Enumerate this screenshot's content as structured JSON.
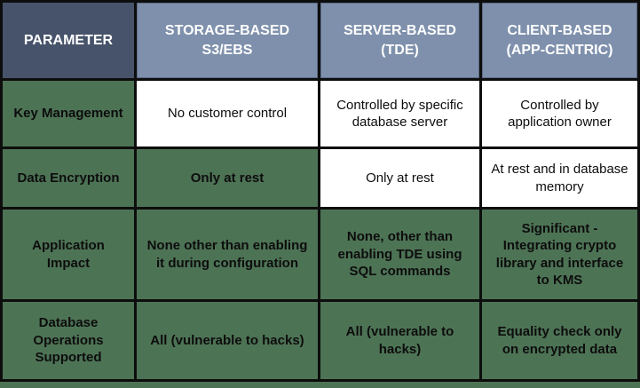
{
  "colors": {
    "header_dark_bg": "#46536a",
    "header_light_bg": "#7e90ac",
    "header_text": "#ffffff",
    "green_cell_bg": "#4d7355",
    "white_cell_bg": "#ffffff",
    "body_text": "#0d0d0d",
    "grid_border": "#0d0d0d"
  },
  "table": {
    "header": {
      "parameter": "PARAMETER",
      "columns": [
        "STORAGE-BASED S3/EBS",
        "SERVER-BASED (TDE)",
        "CLIENT-BASED (APP-CENTRIC)"
      ]
    },
    "rows": [
      {
        "label": "Key Management",
        "cells": [
          "No customer control",
          "Controlled by specific database server",
          "Controlled by application owner"
        ]
      },
      {
        "label": "Data Encryption",
        "cells": [
          "Only at rest",
          "Only at rest",
          "At rest and in database memory"
        ]
      },
      {
        "label": "Application Impact",
        "cells": [
          "None other than enabling it during configuration",
          "None, other than enabling TDE using SQL commands",
          "Significant - Integrating crypto library and interface to KMS"
        ]
      },
      {
        "label": "Database Operations Supported",
        "cells": [
          "All (vulnerable to hacks)",
          "All (vulnerable to hacks)",
          "Equality check only on encrypted data"
        ]
      }
    ]
  },
  "chart_data": {
    "type": "table",
    "title": "Database encryption approaches comparison",
    "columns": [
      "PARAMETER",
      "STORAGE-BASED S3/EBS",
      "SERVER-BASED (TDE)",
      "CLIENT-BASED (APP-CENTRIC)"
    ],
    "rows": [
      [
        "Key Management",
        "No customer control",
        "Controlled by specific database server",
        "Controlled by application owner"
      ],
      [
        "Data Encryption",
        "Only at rest",
        "Only at rest",
        "At rest and in database memory"
      ],
      [
        "Application Impact",
        "None other than enabling it during configuration",
        "None, other than enabling TDE using SQL commands",
        "Significant - Integrating crypto library and interface to KMS"
      ],
      [
        "Database Operations Supported",
        "All (vulnerable to hacks)",
        "All (vulnerable to hacks)",
        "Equality check only on encrypted data"
      ]
    ]
  }
}
